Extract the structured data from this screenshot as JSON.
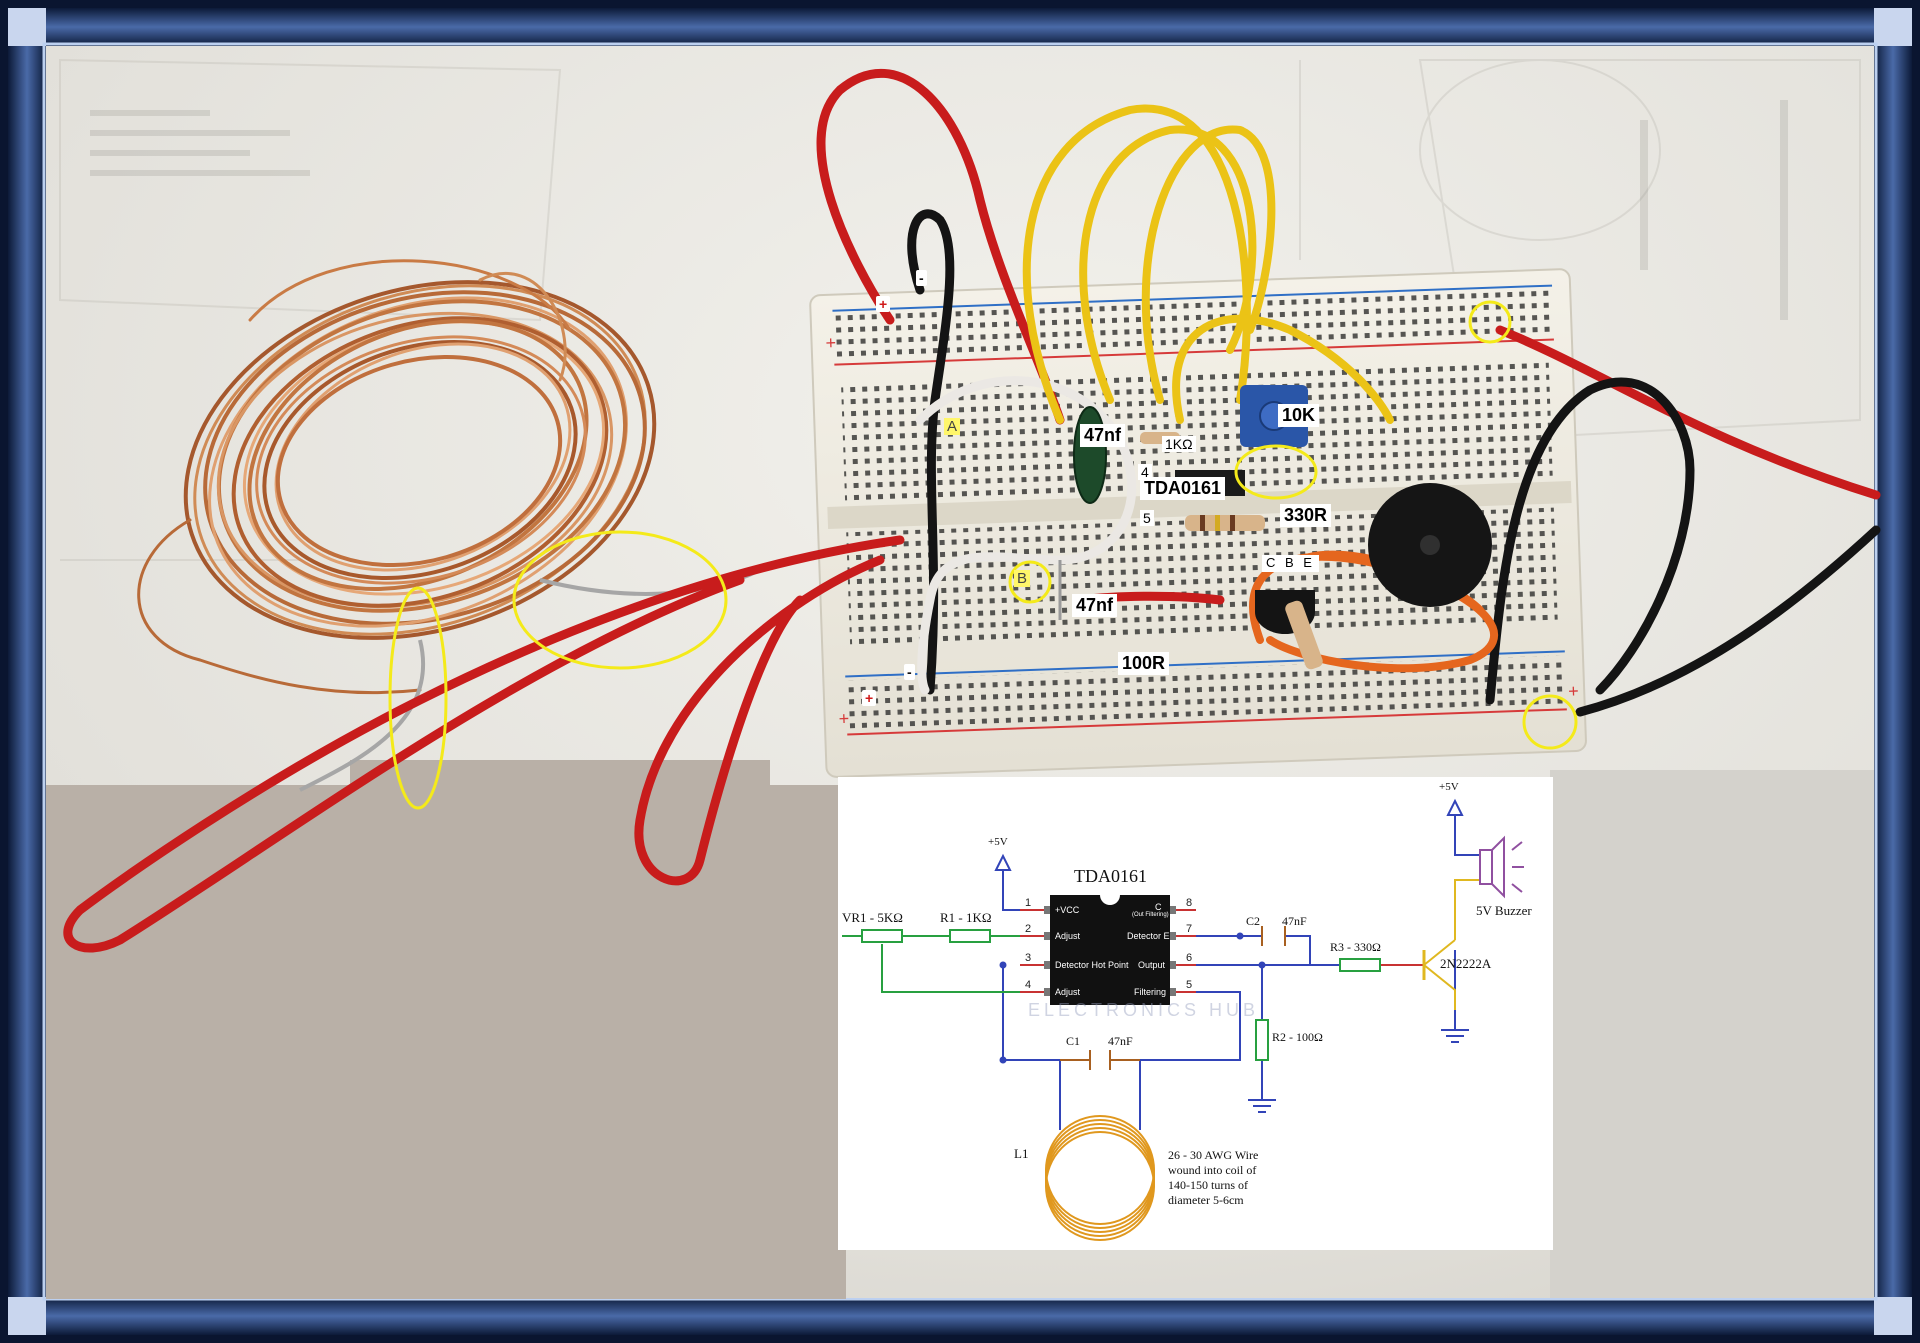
{
  "photo": {
    "labels": {
      "minus_top": "-",
      "plus_top": "+",
      "a_marker": "A",
      "b_marker": "B",
      "cap_top": "47nf",
      "res_1k": "1KΩ",
      "pin4": "4",
      "chip": "TDA0161",
      "pin5": "5",
      "pot": "10K",
      "res_330": "330R",
      "cbe": "C B E",
      "cap_bottom": "47nf",
      "res_100": "100R",
      "minus_bottom": "-",
      "plus_bottom": "+"
    }
  },
  "schematic": {
    "title": "TDA0161",
    "supply_left": "+5V",
    "supply_right": "+5V",
    "vr1": "VR1 - 5KΩ",
    "r1": "R1 - 1KΩ",
    "c2": "C2",
    "c2_value": "47nF",
    "r3": "R3 - 330Ω",
    "transistor": "2N2222A",
    "buzzer": "5V Buzzer",
    "r2": "R2 - 100Ω",
    "c1": "C1",
    "c1_value": "47nF",
    "l1": "L1",
    "coil_note_1": "26 - 30 AWG Wire",
    "coil_note_2": "wound into coil of",
    "coil_note_3": "140-150 turns of",
    "coil_note_4": "diameter 5-6cm",
    "watermark": "ELECTRONICS HUB",
    "pins": {
      "p1_num": "1",
      "p1_name": "+VCC",
      "p2_num": "2",
      "p2_name": "Adjust",
      "p3_num": "3",
      "p3_name": "Detector Hot Point",
      "p4_num": "4",
      "p4_name": "Adjust",
      "p8_num": "8",
      "p8_name": "C",
      "p8_sub": "(Out Filtering)",
      "p7_num": "7",
      "p7_name": "Detector E",
      "p6_num": "6",
      "p6_name": "Output",
      "p5_num": "5",
      "p5_name": "Filtering"
    }
  },
  "colors": {
    "frame_dark": "#0b1a3a",
    "frame_light": "#9fb8e8",
    "table": "#e8e6e0",
    "breadboard": "#efece2",
    "copper": "#c97b45",
    "wire_red": "#c81c1c",
    "wire_yellow": "#ebc316",
    "wire_black": "#141414",
    "wire_white": "#ebe8e4",
    "wire_orange": "#e5661e",
    "highlight": "#f4ea1a",
    "schematic_blue": "#3244b8",
    "schematic_red": "#c83232",
    "schematic_green": "#28a040",
    "schematic_brown": "#a86020",
    "schematic_yellow": "#e0b820",
    "schematic_purple": "#9050a0"
  }
}
